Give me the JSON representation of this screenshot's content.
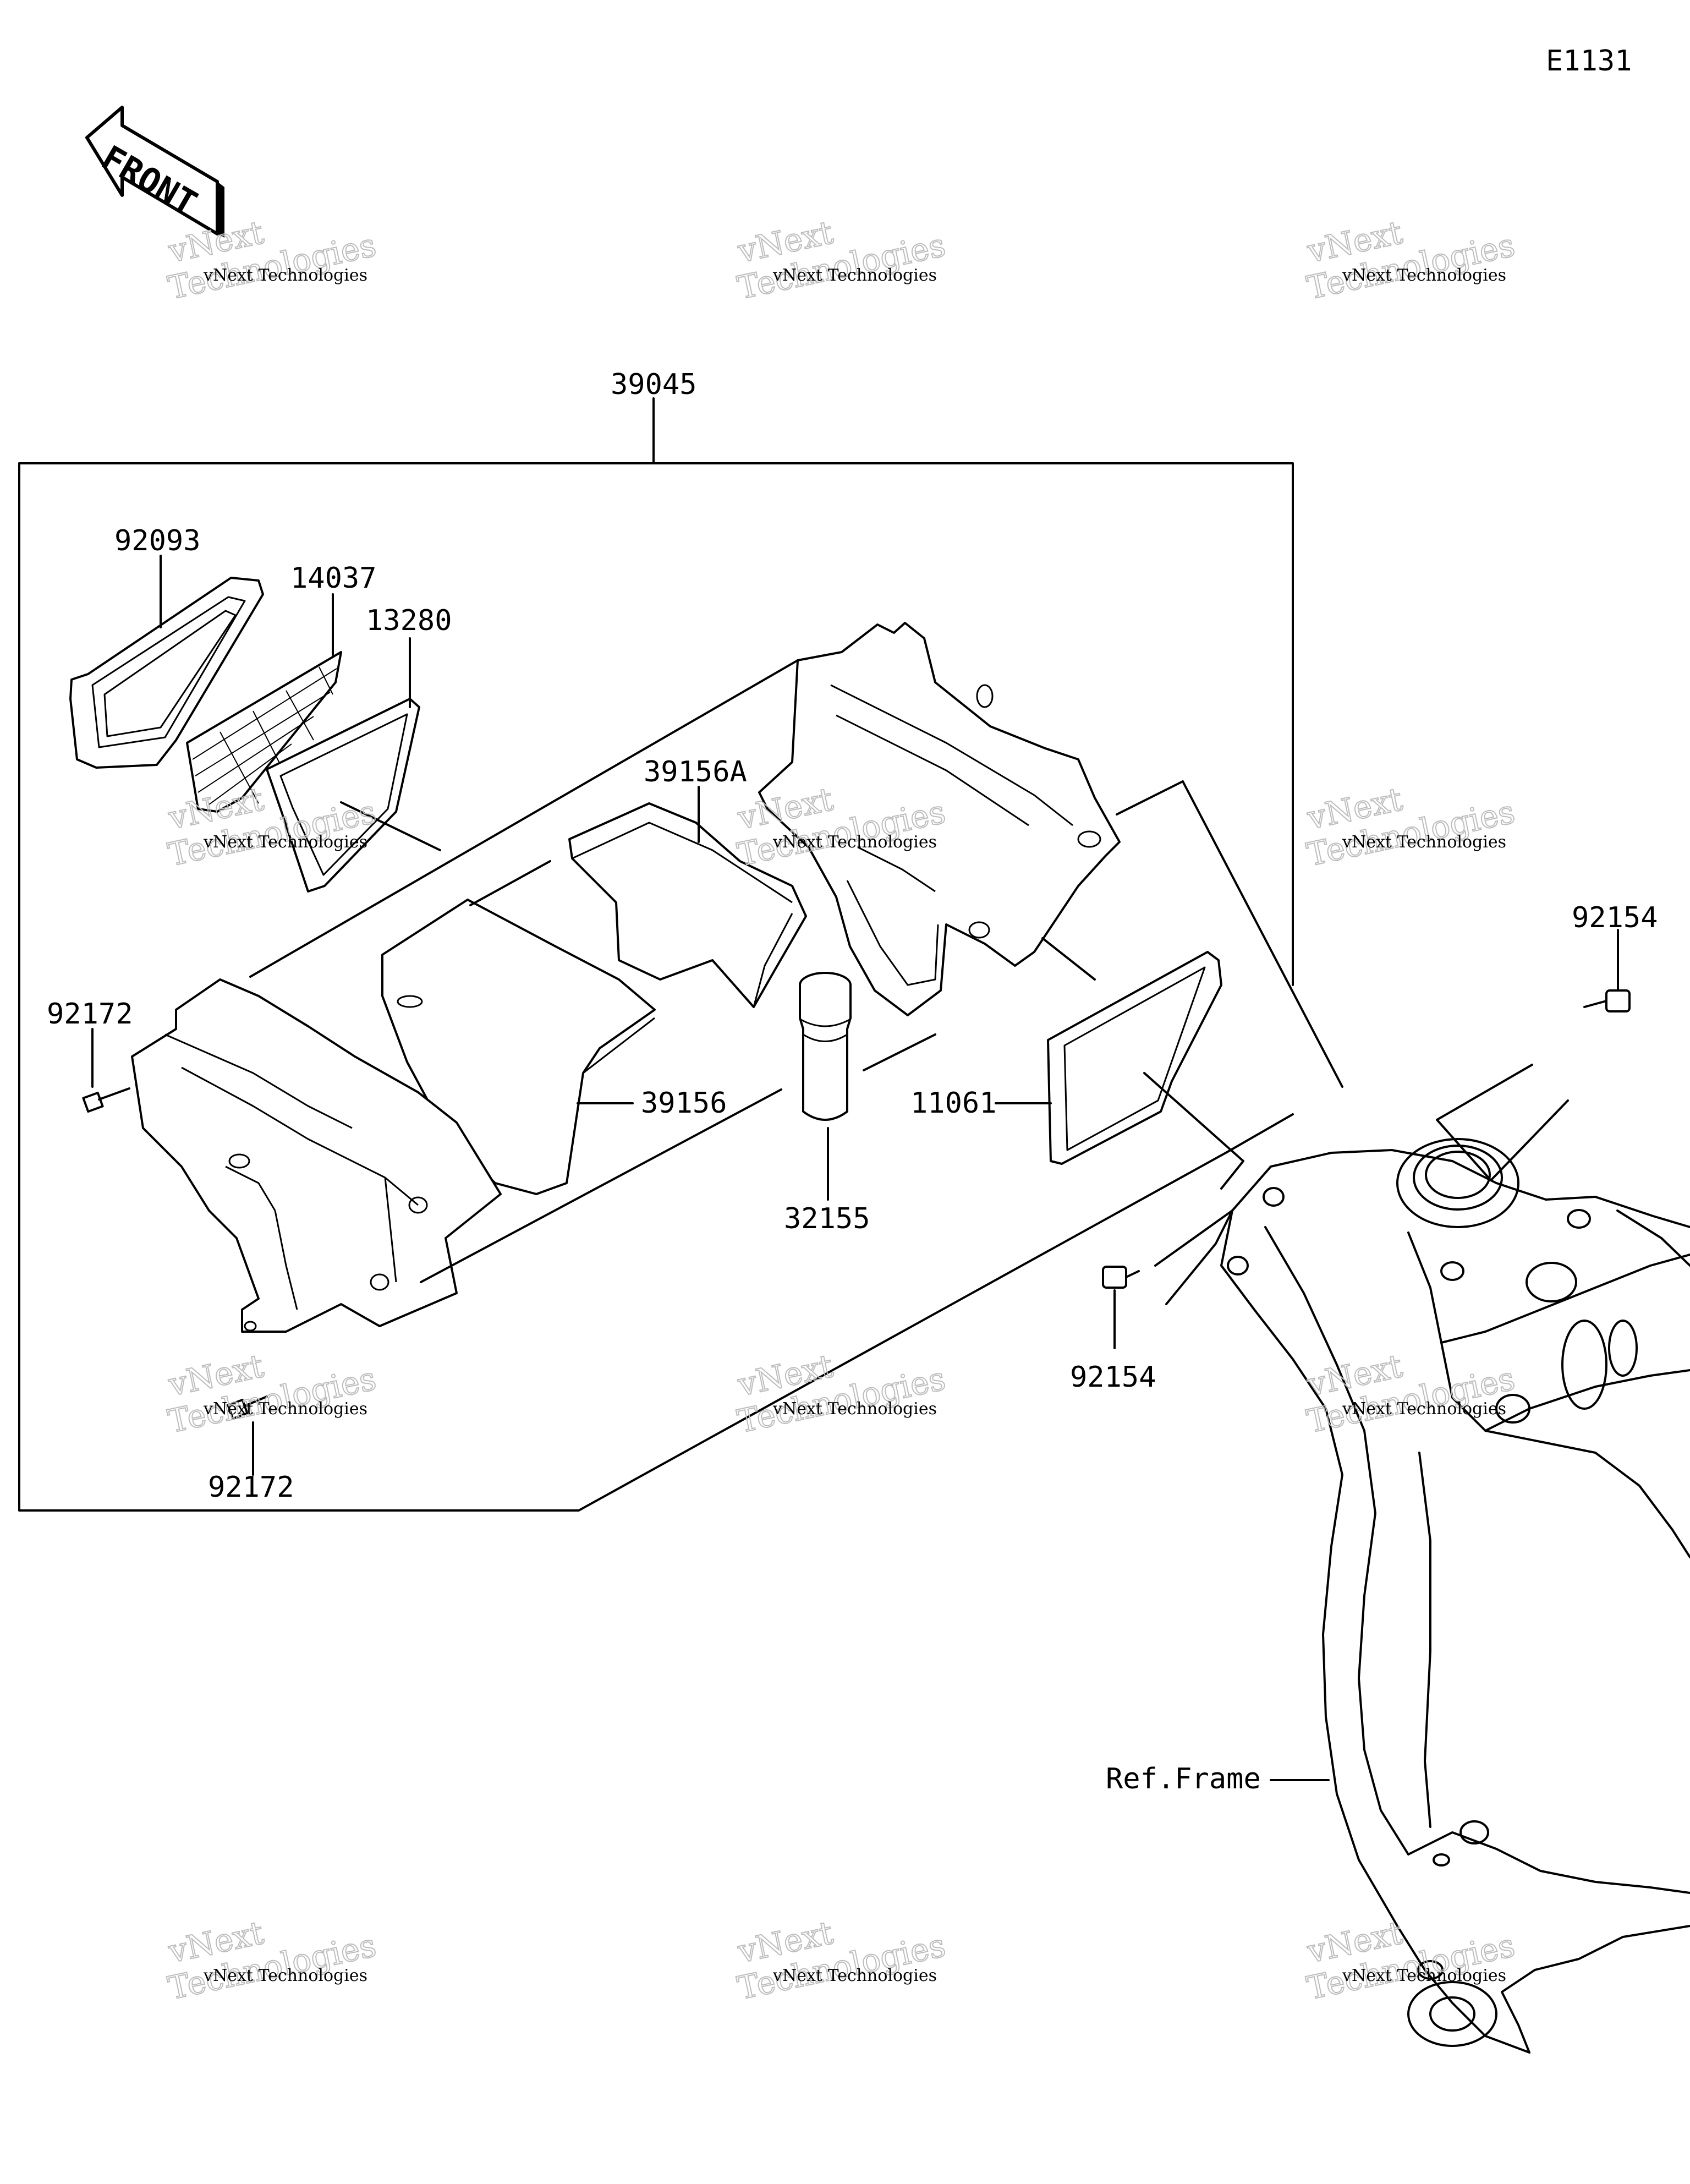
{
  "diagram": {
    "code": "E1131",
    "front_arrow": "FRONT",
    "assembly_label": "39045",
    "parts": {
      "p92093": "92093",
      "p14037": "14037",
      "p13280": "13280",
      "p39156A": "39156A",
      "p92172_top": "92172",
      "p39156": "39156",
      "p32155": "32155",
      "p11061": "11061",
      "p92154_right": "92154",
      "p92154_lower": "92154",
      "p92172_bottom": "92172",
      "ref_frame": "Ref.Frame"
    },
    "watermark": {
      "line1": "vNext Technologies",
      "line2": "vNext",
      "line3": "Technologies"
    }
  }
}
